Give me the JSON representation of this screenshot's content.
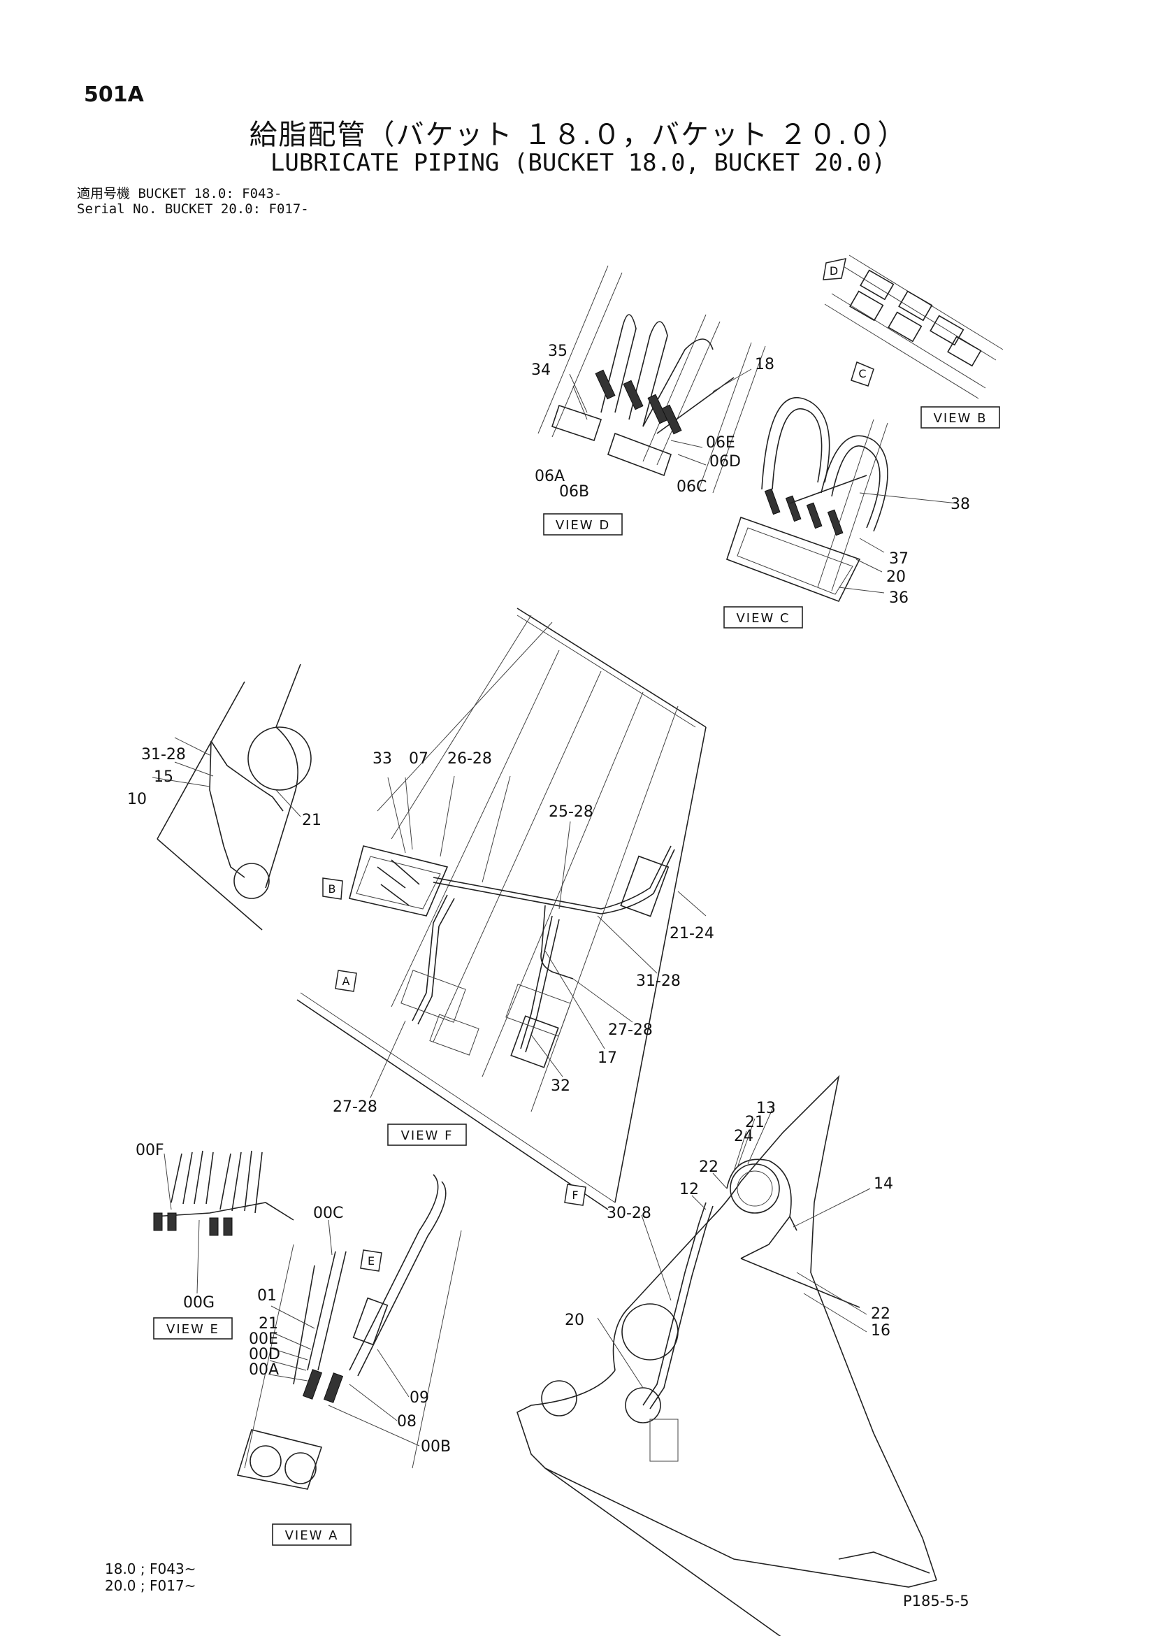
{
  "header": {
    "page_no": "501A",
    "title_ja": "給脂配管（バケット １８.０，バケット ２０.０）",
    "title_en": "LUBRICATE PIPING (BUCKET 18.0, BUCKET 20.0)",
    "serial_line1": "適用号機  BUCKET 18.0: F043-",
    "serial_line2": "Serial No. BUCKET 20.0: F017-"
  },
  "views": {
    "d": "VIEW D",
    "c": "VIEW C",
    "b": "VIEW B",
    "f": "VIEW F",
    "e": "VIEW E",
    "a": "VIEW A"
  },
  "markers": [
    "D",
    "C",
    "B",
    "A",
    "E",
    "F"
  ],
  "labels": {
    "l35": "35",
    "l34": "34",
    "l18": "18",
    "l06E": "06E",
    "l06D": "06D",
    "l06A": "06A",
    "l06B": "06B",
    "l06C": "06C",
    "l38": "38",
    "l37": "37",
    "l20a": "20",
    "l36": "36",
    "l31_28a": "31-28",
    "l15": "15",
    "l10": "10",
    "l21a": "21",
    "l33": "33",
    "l07": "07",
    "l26_28": "26-28",
    "l25_28": "25-28",
    "l21_24": "21-24",
    "l31_28b": "31-28",
    "l27_28a": "27-28",
    "l17": "17",
    "l27_28b": "27-28",
    "l32": "32",
    "l00F": "00F",
    "l00G": "00G",
    "l00C": "00C",
    "l01": "01",
    "l21b": "21",
    "l00E": "00E",
    "l00D": "00D",
    "l00A": "00A",
    "l09": "09",
    "l08": "08",
    "l00B": "00B",
    "l13": "13",
    "l21c": "21",
    "l24": "24",
    "l22a": "22",
    "l12": "12",
    "l14": "14",
    "l30_28": "30-28",
    "l22b": "22",
    "l16": "16",
    "l20b": "20"
  },
  "footer": {
    "line1": "18.0 ; F043~",
    "line2": "20.0 ; F017~",
    "page_code": "P185-5-5"
  }
}
